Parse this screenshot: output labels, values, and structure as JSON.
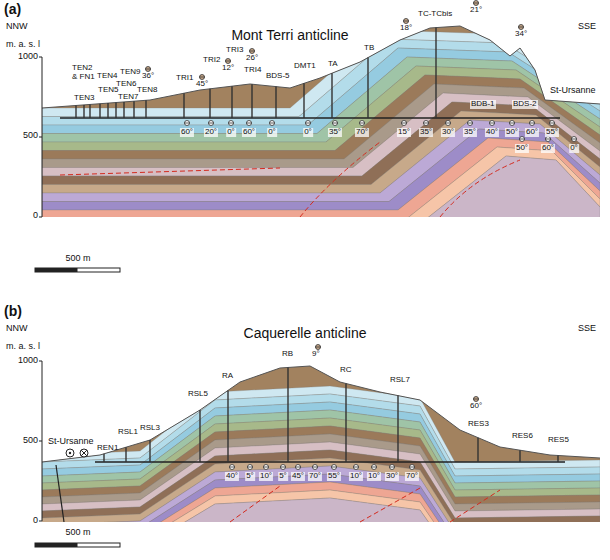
{
  "diagram": {
    "labels": [
      "(a)",
      "NNW",
      "SSE",
      "m. a. s. l",
      "1000",
      "500",
      "0",
      "Mont Terri anticline",
      "TEN2 & FN1",
      "TEN3",
      "TEN4",
      "TEN5",
      "TEN6",
      "TEN7",
      "TEN8",
      "TEN9",
      "36°",
      "TRI1",
      "45°",
      "TRI2",
      "12°",
      "TRI3",
      "26°",
      "TRI4",
      "BDS-5",
      "DMT1",
      "TA",
      "TB",
      "TC-TCbis",
      "18°",
      "21°",
      "34°",
      "BDB-1",
      "BDS-2",
      "St-Ursanne",
      "60°",
      "20°",
      "0°",
      "60°",
      "0°",
      "0°",
      "35°",
      "70°",
      "15°",
      "35°",
      "30°",
      "35°",
      "40°",
      "50°",
      "60°",
      "55°",
      "50°",
      "60°",
      "0°",
      "500 m",
      "(b)",
      "NNW",
      "SSE",
      "m. a. s. l",
      "1000",
      "500",
      "0",
      "Caquerelle anticline",
      "St-Ursanne",
      "REN1",
      "RSL1",
      "RSL3",
      "RSL5",
      "RA",
      "RB",
      "9°",
      "RC",
      "RSL7",
      "60°",
      "RES3",
      "RES6",
      "RES5",
      "40°",
      "5°",
      "10°",
      "5°",
      "45°",
      "70°",
      "55°",
      "10°",
      "10°",
      "30°",
      "70°",
      "500 m"
    ]
  }
}
